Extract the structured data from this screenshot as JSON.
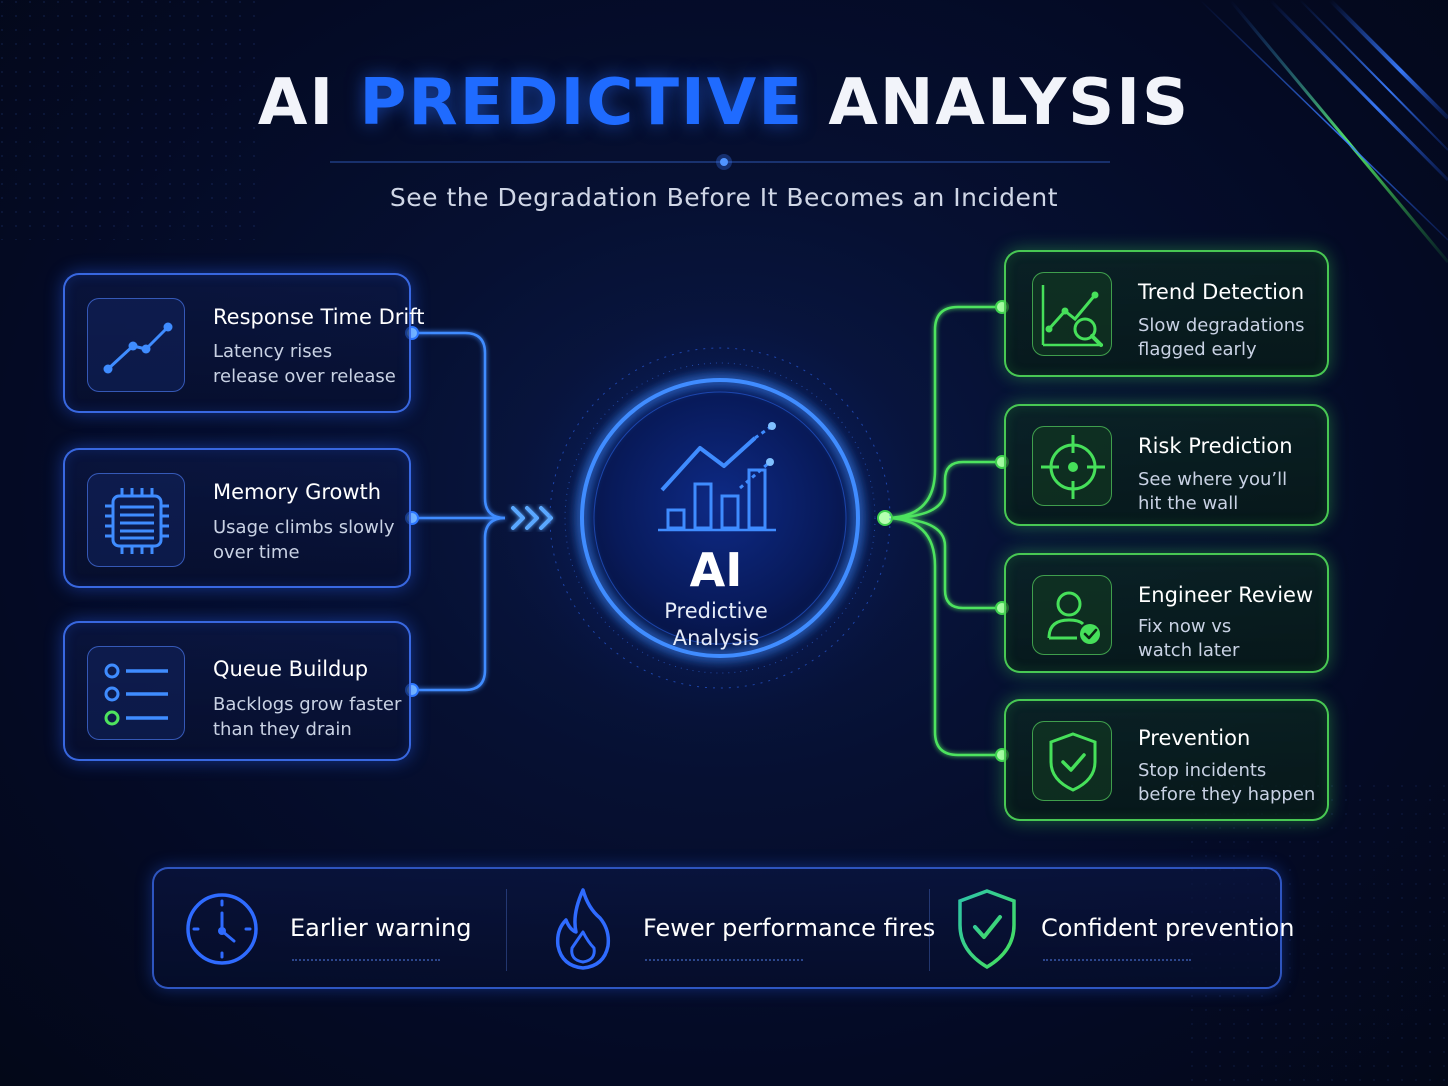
{
  "title": {
    "word1": "AI",
    "word2": "PREDICTIVE",
    "word3": "ANALYSIS"
  },
  "subtitle": "See the Degradation Before It Becomes an Incident",
  "center": {
    "label": "AI",
    "sublabel_line1": "Predictive",
    "sublabel_line2": "Analysis"
  },
  "inputs": [
    {
      "icon": "trend-line-icon",
      "title": "Response Time Drift",
      "desc_line1": "Latency rises",
      "desc_line2": "release over release"
    },
    {
      "icon": "memory-chip-icon",
      "title": "Memory Growth",
      "desc_line1": "Usage climbs slowly",
      "desc_line2": "over time"
    },
    {
      "icon": "queue-list-icon",
      "title": "Queue Buildup",
      "desc_line1": "Backlogs grow faster",
      "desc_line2": "than they drain"
    }
  ],
  "outputs": [
    {
      "icon": "trend-magnifier-icon",
      "title": "Trend Detection",
      "desc_line1": "Slow degradations",
      "desc_line2": "flagged early"
    },
    {
      "icon": "target-crosshair-icon",
      "title": "Risk Prediction",
      "desc_line1": "See where you’ll",
      "desc_line2": "hit the wall"
    },
    {
      "icon": "engineer-check-icon",
      "title": "Engineer Review",
      "desc_line1": "Fix now vs",
      "desc_line2": "watch later"
    },
    {
      "icon": "shield-check-icon",
      "title": "Prevention",
      "desc_line1": "Stop incidents",
      "desc_line2": "before they happen"
    }
  ],
  "benefits": [
    {
      "icon": "clock-icon",
      "label": "Earlier warning"
    },
    {
      "icon": "flame-icon",
      "label": "Fewer performance fires"
    },
    {
      "icon": "shield-check-icon",
      "label": "Confident prevention"
    }
  ],
  "colors": {
    "background": "#040a24",
    "accent_blue": "#1f6bff",
    "accent_green": "#46e05a",
    "text": "#ffffff",
    "muted_text": "#c9d2e4"
  }
}
